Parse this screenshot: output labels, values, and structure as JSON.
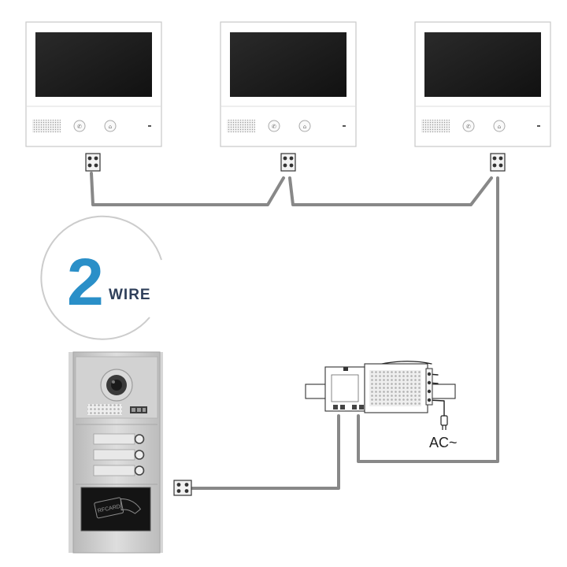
{
  "diagram": {
    "logo": {
      "digit": "2",
      "word": "WIRE",
      "color": "#2a8fc8",
      "ring_color": "#cccccc"
    },
    "monitors": [
      {
        "id": "monitor-1"
      },
      {
        "id": "monitor-2"
      },
      {
        "id": "monitor-3"
      }
    ],
    "door_station": {
      "card_label": "RFCARD",
      "button_count": 3
    },
    "power_supply": {
      "ac_label": "AC~"
    },
    "colors": {
      "wire": "#888888",
      "screen": "#1c1c1c",
      "panel": "#c9c9c9",
      "terminal": "#333333"
    }
  }
}
